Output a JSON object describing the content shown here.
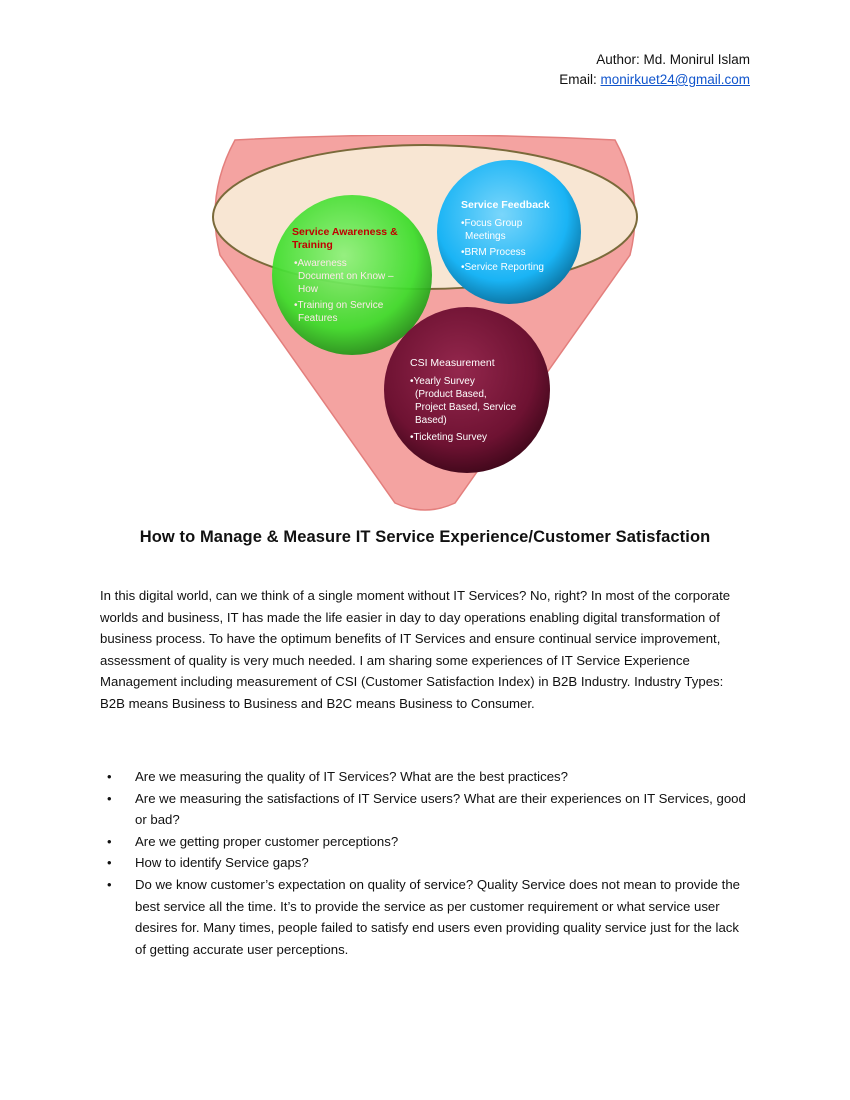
{
  "header": {
    "author_line": "Author: Md. Monirul Islam",
    "email_label": "Email: ",
    "email": "monirkuet24@gmail.com"
  },
  "diagram": {
    "circles": [
      {
        "title_lines": [
          "Service Awareness &",
          "Training"
        ],
        "item_lines": [
          "•Awareness",
          "Document on Know –",
          "How",
          "•Training on Service",
          "Features"
        ],
        "fill": "#3cdd2a",
        "title_color": "#c00000",
        "text_color": "#fde9e9"
      },
      {
        "title_lines": [
          "Service Feedback"
        ],
        "item_lines": [
          "•Focus Group",
          "Meetings",
          "•BRM Process",
          "•Service Reporting"
        ],
        "fill": "#1ab4f5",
        "title_color": "#ffffff",
        "text_color": "#ffffff"
      },
      {
        "title_lines": [
          "CSI Measurement"
        ],
        "item_lines": [
          "•Yearly Survey",
          "(Product Based,",
          "Project Based, Service",
          "Based)",
          "•Ticketing Survey"
        ],
        "fill": "#6e1232",
        "title_color": "#ffffff",
        "text_color": "#ffffff"
      }
    ],
    "funnel_color": "#f4a3a1",
    "rim_color": "#f8e6d3"
  },
  "title": "How to Manage & Measure IT Service Experience/Customer Satisfaction",
  "intro_paragraph": "In this digital world, can we think of a single moment without IT Services? No, right? In most of the corporate worlds and business, IT has made the life easier in day to day operations enabling digital transformation of business process. To have the optimum benefits of IT Services and ensure continual service improvement, assessment of quality is very much needed. I am sharing some experiences of IT Service Experience Management including measurement of CSI (Customer Satisfaction Index) in B2B Industry. Industry Types: B2B means Business to Business and B2C means Business to Consumer.",
  "questions": [
    "Are we measuring the quality of IT Services? What are the best practices?",
    "Are we measuring the satisfactions of IT Service users? What are their experiences on IT Services, good or bad?",
    "Are we getting proper customer perceptions?",
    "How to identify Service gaps?",
    "Do we know customer’s expectation on quality of service? Quality Service does not mean to provide the best service all the time. It’s to provide the service as per customer requirement or what service user desires for. Many times, people failed to satisfy end users even providing quality service just for the lack of getting accurate user perceptions."
  ],
  "bullet_char": "•"
}
